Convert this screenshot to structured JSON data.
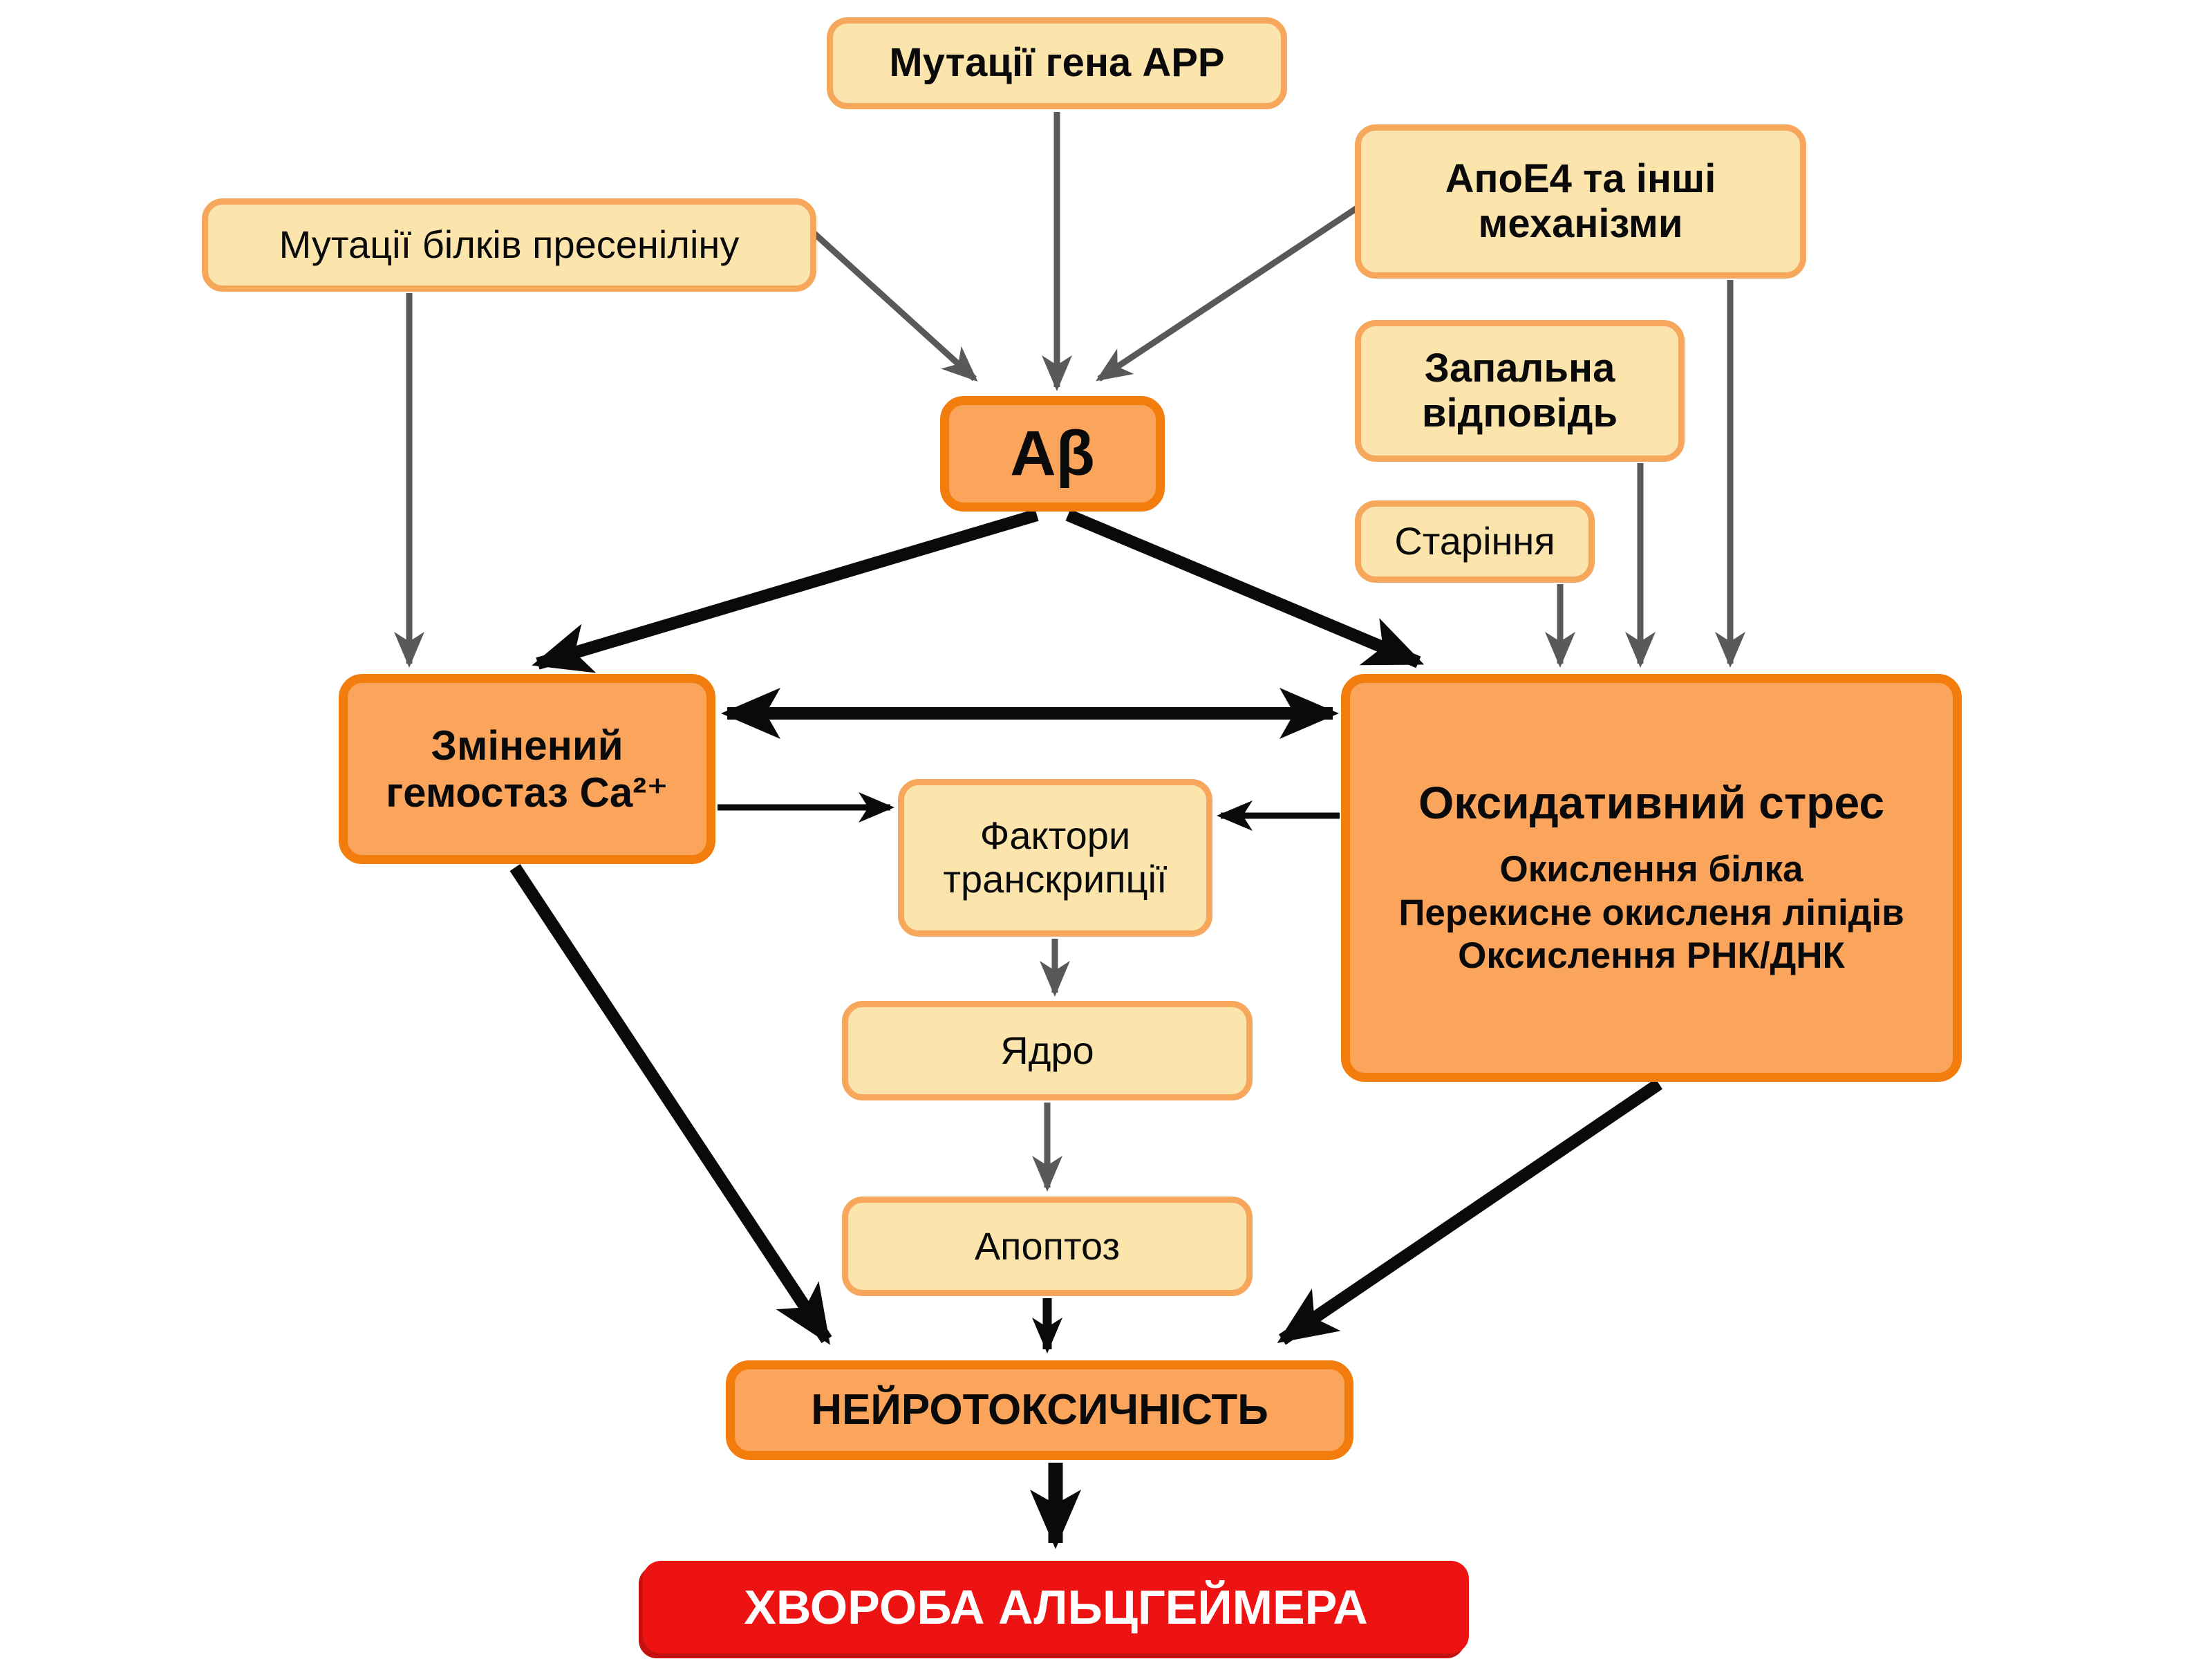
{
  "diagram": {
    "language": "uk",
    "nodes": {
      "app": {
        "label": "Мутації гена APP"
      },
      "presenilin": {
        "label": "Мутації білків пресеніліну"
      },
      "apoe4": {
        "label": "АпоЕ4 та інші механізми"
      },
      "inflammation": {
        "label": "Запальна відповідь"
      },
      "aging": {
        "label": "Старіння"
      },
      "abeta": {
        "label": "Аβ"
      },
      "calcium": {
        "label": "Змінений гемостаз Ca²⁺"
      },
      "oxidative": {
        "title": "Оксидативний стрес",
        "items": [
          "Окислення білка",
          "Перекисне окисленя ліпідів",
          "Оксислення РНК/ДНК"
        ]
      },
      "transcription": {
        "label": "Фактори транскрипції"
      },
      "nucleus": {
        "label": "Ядро"
      },
      "apoptosis": {
        "label": "Апоптоз"
      },
      "neurotoxicity": {
        "label": "НЕЙРОТОКСИЧНІСТЬ"
      },
      "alzheimer": {
        "label": "ХВОРОБА АЛЬЦГЕЙМЕРА"
      }
    },
    "edges": [
      {
        "from": "app",
        "to": "abeta",
        "style": "gray"
      },
      {
        "from": "presenilin",
        "to": "abeta",
        "style": "gray"
      },
      {
        "from": "apoe4",
        "to": "abeta",
        "style": "gray"
      },
      {
        "from": "presenilin",
        "to": "calcium",
        "style": "gray"
      },
      {
        "from": "aging",
        "to": "oxidative",
        "style": "gray"
      },
      {
        "from": "inflammation",
        "to": "oxidative",
        "style": "gray"
      },
      {
        "from": "apoe4",
        "to": "oxidative",
        "style": "gray"
      },
      {
        "from": "abeta",
        "to": "calcium",
        "style": "thick"
      },
      {
        "from": "abeta",
        "to": "oxidative",
        "style": "thick"
      },
      {
        "from": "calcium",
        "to": "oxidative",
        "style": "thick-bidirectional"
      },
      {
        "from": "calcium",
        "to": "transcription",
        "style": "thin"
      },
      {
        "from": "oxidative",
        "to": "transcription",
        "style": "thin"
      },
      {
        "from": "transcription",
        "to": "nucleus",
        "style": "gray"
      },
      {
        "from": "nucleus",
        "to": "apoptosis",
        "style": "gray"
      },
      {
        "from": "apoptosis",
        "to": "neurotoxicity",
        "style": "black"
      },
      {
        "from": "calcium",
        "to": "neurotoxicity",
        "style": "thick"
      },
      {
        "from": "oxidative",
        "to": "neurotoxicity",
        "style": "thick"
      },
      {
        "from": "neurotoxicity",
        "to": "alzheimer",
        "style": "thick-large"
      }
    ],
    "colors": {
      "box_yellow_fill": "#FCE5AC",
      "box_yellow_border": "#F6A75C",
      "box_orange_fill": "#FBA55C",
      "box_orange_border": "#F27D0C",
      "box_red_fill": "#EE1313",
      "arrow_gray": "#595959",
      "arrow_black": "#0A0A0A",
      "text_dark": "#0A0A0A",
      "text_light": "#FFFFFF"
    }
  }
}
